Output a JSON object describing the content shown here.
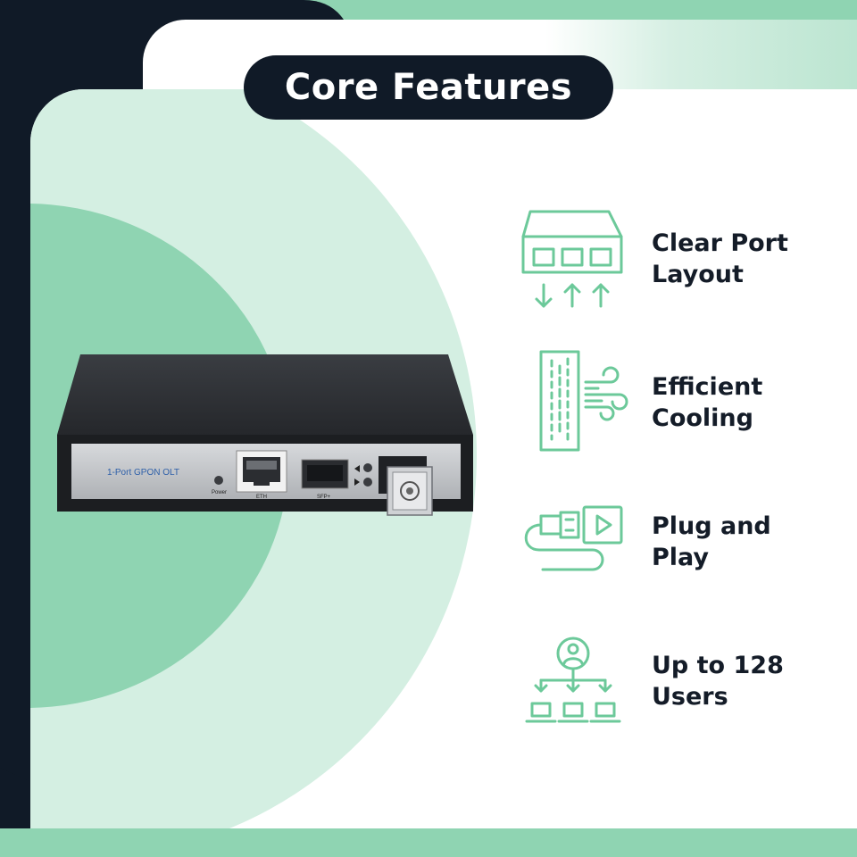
{
  "title": "Core Features",
  "colors": {
    "dark": "#101a27",
    "accent_green": "#8fd4b2",
    "light_green": "#d4efe2",
    "icon_green": "#6cc99a"
  },
  "device": {
    "model_label": "1-Port GPON OLT",
    "power_label": "Power",
    "eth_label": "ETH",
    "sfp_label": "SFP+"
  },
  "features": [
    {
      "icon": "switch-ports-icon",
      "line1": "Clear Port",
      "line2": "Layout"
    },
    {
      "icon": "cooling-fan-icon",
      "line1": "Efficient",
      "line2": "Cooling"
    },
    {
      "icon": "usb-plug-play-icon",
      "line1": "Plug and",
      "line2": "Play"
    },
    {
      "icon": "user-network-icon",
      "line1": "Up to 128",
      "line2": "Users"
    }
  ]
}
